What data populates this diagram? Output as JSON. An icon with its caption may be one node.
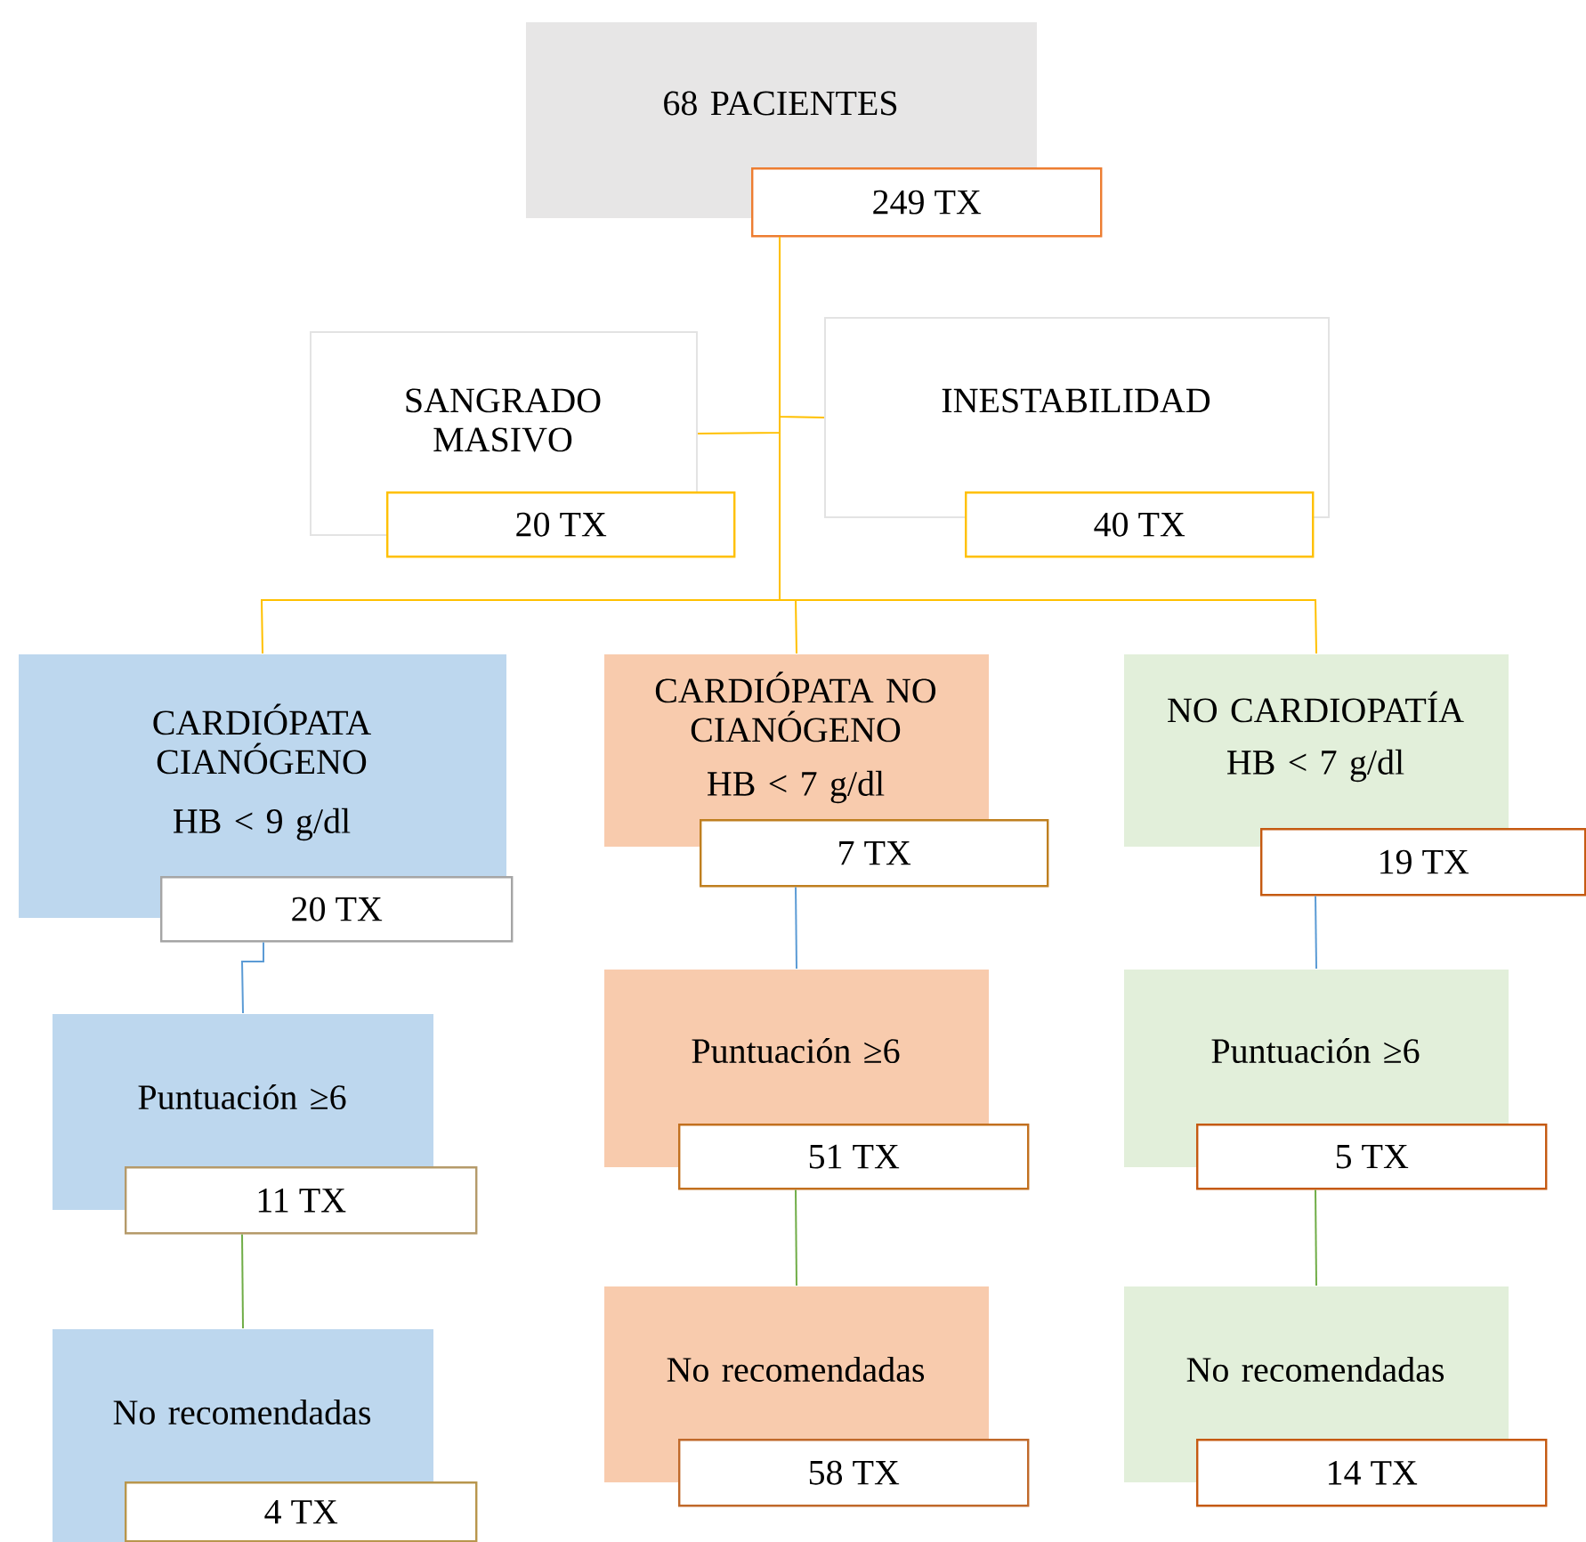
{
  "diagram": {
    "nodes": [
      {
        "text": [
          "68 PACIENTES"
        ]
      },
      {
        "text": [
          "249 TX"
        ]
      },
      {
        "text": [
          "SANGRADO MASIVO"
        ]
      },
      {
        "text": [
          "20 TX"
        ]
      },
      {
        "text": [
          "INESTABILIDAD"
        ]
      },
      {
        "text": [
          "40 TX"
        ]
      },
      {
        "text": [
          "CARDIÓPATA CIANÓGENO",
          "HB < 9 g/dl"
        ]
      },
      {
        "text": [
          "20 TX"
        ]
      },
      {
        "text": [
          "CARDIÓPATA NO CIANÓGENO",
          "HB < 7 g/dl"
        ]
      },
      {
        "text": [
          "7 TX"
        ]
      },
      {
        "text": [
          "NO CARDIOPATÍA",
          "HB < 7 g/dl"
        ]
      },
      {
        "text": [
          "19 TX"
        ]
      },
      {
        "text": [
          "Puntuación ≥6"
        ]
      },
      {
        "text": [
          "11 TX"
        ]
      },
      {
        "text": [
          "Puntuación ≥6"
        ]
      },
      {
        "text": [
          "51 TX"
        ]
      },
      {
        "text": [
          "Puntuación ≥6"
        ]
      },
      {
        "text": [
          "5 TX"
        ]
      },
      {
        "text": [
          "No recomendadas"
        ]
      },
      {
        "text": [
          "4 TX"
        ]
      },
      {
        "text": [
          "No recomendadas"
        ]
      },
      {
        "text": [
          "58 TX"
        ]
      },
      {
        "text": [
          "No recomendadas"
        ]
      },
      {
        "text": [
          "14 TX"
        ]
      }
    ],
    "edges": [
      {
        "from": 1,
        "to": 2,
        "arrow": "none",
        "color": "#ffc000"
      },
      {
        "from": 1,
        "to": 4,
        "arrow": "none",
        "color": "#ffc000"
      },
      {
        "from": 1,
        "to": 6,
        "arrow": "none",
        "color": "#ffc000"
      },
      {
        "from": 1,
        "to": 8,
        "arrow": "none",
        "color": "#ffc000"
      },
      {
        "from": 1,
        "to": 10,
        "arrow": "none",
        "color": "#ffc000"
      },
      {
        "from": 7,
        "to": 12,
        "arrow": "none",
        "color": "#5b9bd5"
      },
      {
        "from": 9,
        "to": 14,
        "arrow": "none",
        "color": "#5b9bd5"
      },
      {
        "from": 11,
        "to": 16,
        "arrow": "none",
        "color": "#5b9bd5"
      },
      {
        "from": 13,
        "to": 18,
        "arrow": "none",
        "color": "#70ad47"
      },
      {
        "from": 15,
        "to": 20,
        "arrow": "none",
        "color": "#70ad47"
      },
      {
        "from": 17,
        "to": 22,
        "arrow": "none",
        "color": "#70ad47"
      }
    ]
  }
}
